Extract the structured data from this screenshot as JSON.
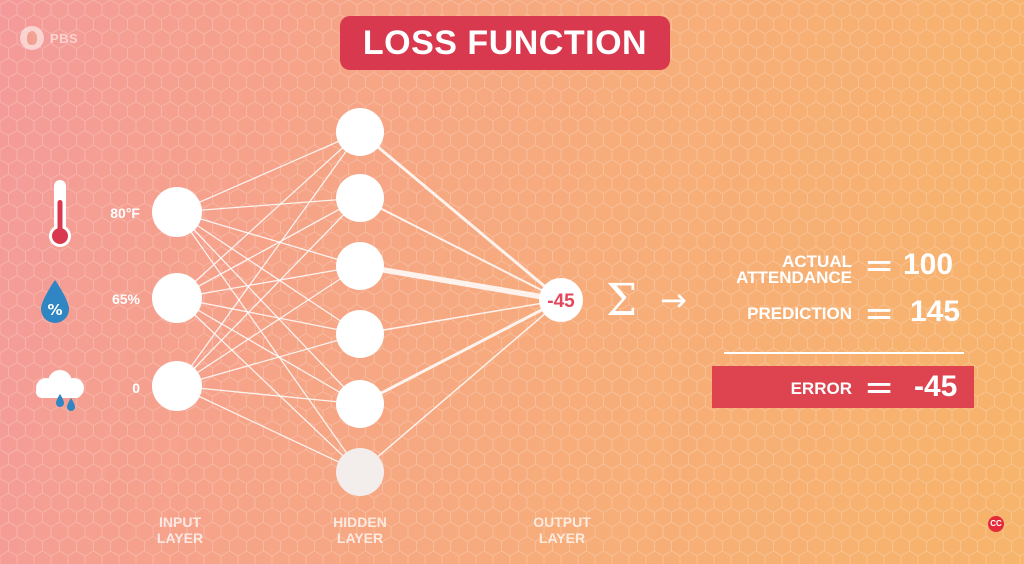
{
  "watermark": {
    "logo_icon": "pbs-logo-icon",
    "text": "PBS"
  },
  "title": "LOSS FUNCTION",
  "inputs": [
    {
      "icon": "thermometer-icon",
      "value": "80°F"
    },
    {
      "icon": "water-drop-percent-icon",
      "value": "65%"
    },
    {
      "icon": "rain-cloud-icon",
      "value": "0"
    }
  ],
  "layers": {
    "input": {
      "line1": "INPUT",
      "line2": "LAYER"
    },
    "hidden": {
      "line1": "HIDDEN",
      "line2": "LAYER"
    },
    "output": {
      "line1": "OUTPUT",
      "line2": "LAYER"
    }
  },
  "network": {
    "input_nodes": 3,
    "hidden_nodes": 6,
    "output_value": "-45"
  },
  "summation": {
    "icon": "sigma-icon",
    "arrow": "→"
  },
  "equations": {
    "actual_line1": "ACTUAL",
    "actual_line2": "ATTENDANCE",
    "actual_value": "100",
    "prediction_label": "PREDICTION",
    "prediction_value": "145",
    "error_label": "ERROR",
    "error_value": "-45",
    "equals": "="
  },
  "captions_badge": "CC",
  "colors": {
    "title_bg": "#d9394e",
    "error_bg": "#dd4450",
    "thermometer_red": "#d9394e",
    "drop_blue": "#2f86c2"
  }
}
